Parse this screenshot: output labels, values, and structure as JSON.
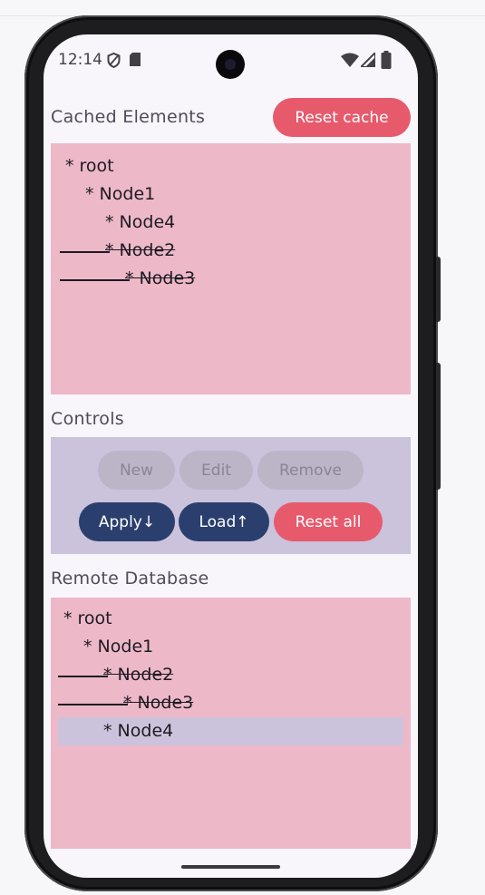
{
  "status_bar": {
    "time": "12:14",
    "icons": [
      "shield-icon",
      "sd-card-icon",
      "wifi-icon",
      "signal-icon",
      "battery-icon"
    ]
  },
  "cached": {
    "title": "Cached Elements",
    "reset_label": "Reset cache",
    "items": [
      {
        "label": "* root",
        "depth": 0,
        "struck": false
      },
      {
        "label": "* Node1",
        "depth": 1,
        "struck": false
      },
      {
        "label": "* Node4",
        "depth": 2,
        "struck": false
      },
      {
        "label": "* Node2",
        "depth": 2,
        "struck": true
      },
      {
        "label": "* Node3",
        "depth": 3,
        "struck": true
      }
    ]
  },
  "controls": {
    "title": "Controls",
    "new_label": "New",
    "edit_label": "Edit",
    "remove_label": "Remove",
    "apply_label": "Apply↓",
    "load_label": "Load↑",
    "reset_all_label": "Reset all"
  },
  "remote": {
    "title": "Remote Database",
    "items": [
      {
        "label": "* root",
        "depth": 0,
        "struck": false,
        "selected": false
      },
      {
        "label": "* Node1",
        "depth": 1,
        "struck": false,
        "selected": false
      },
      {
        "label": "* Node2",
        "depth": 2,
        "struck": true,
        "selected": false
      },
      {
        "label": "* Node3",
        "depth": 3,
        "struck": true,
        "selected": false
      },
      {
        "label": "* Node4",
        "depth": 2,
        "struck": false,
        "selected": true
      }
    ]
  },
  "colors": {
    "panel_pink": "#edb8c8",
    "panel_lavender": "#cbc2db",
    "button_red": "#e65a6c",
    "button_navy": "#2b3f6e",
    "button_disabled": "#bcb5c7",
    "background": "#f8f6fb"
  }
}
